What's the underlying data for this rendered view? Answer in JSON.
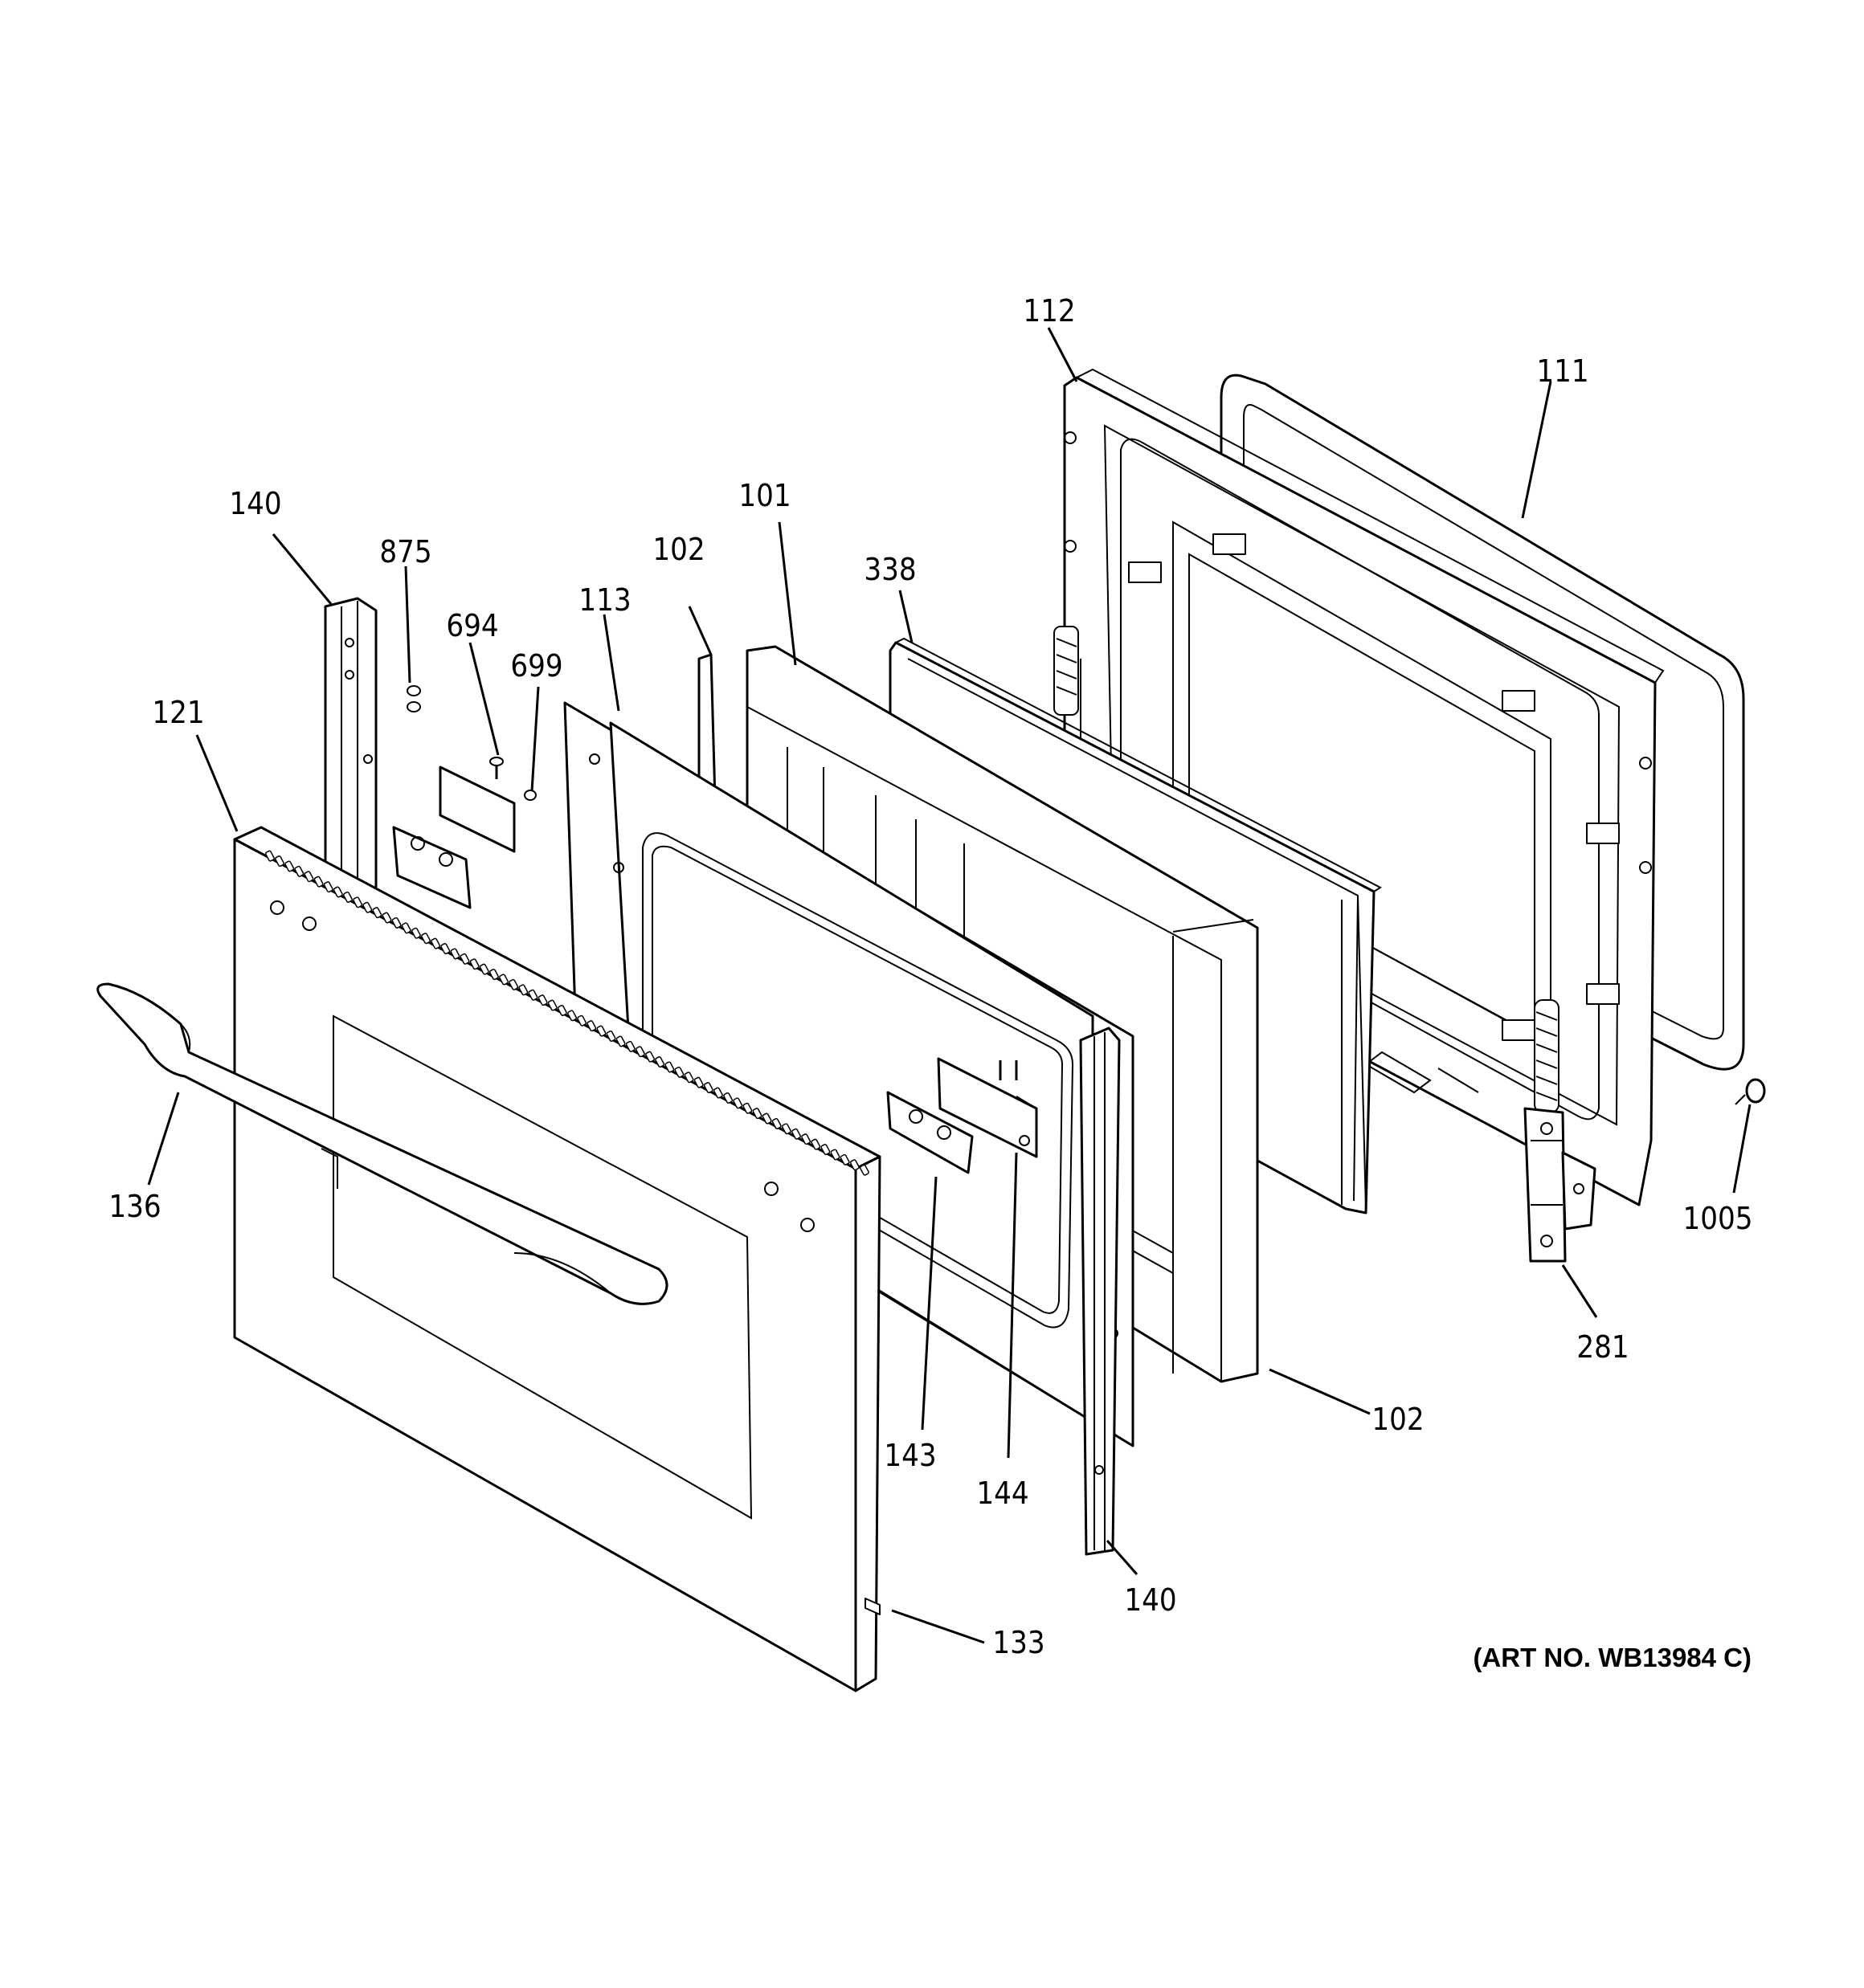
{
  "art_number": "(ART NO. WB13984 C)",
  "parts": [
    {
      "id": "112",
      "label": "112"
    },
    {
      "id": "111",
      "label": "111"
    },
    {
      "id": "140a",
      "label": "140"
    },
    {
      "id": "875",
      "label": "875"
    },
    {
      "id": "101",
      "label": "101"
    },
    {
      "id": "102a",
      "label": "102"
    },
    {
      "id": "338",
      "label": "338"
    },
    {
      "id": "694",
      "label": "694"
    },
    {
      "id": "113",
      "label": "113"
    },
    {
      "id": "699",
      "label": "699"
    },
    {
      "id": "121",
      "label": "121"
    },
    {
      "id": "136",
      "label": "136"
    },
    {
      "id": "1005",
      "label": "1005"
    },
    {
      "id": "281",
      "label": "281"
    },
    {
      "id": "102b",
      "label": "102"
    },
    {
      "id": "143",
      "label": "143"
    },
    {
      "id": "144",
      "label": "144"
    },
    {
      "id": "140b",
      "label": "140"
    },
    {
      "id": "133",
      "label": "133"
    }
  ]
}
